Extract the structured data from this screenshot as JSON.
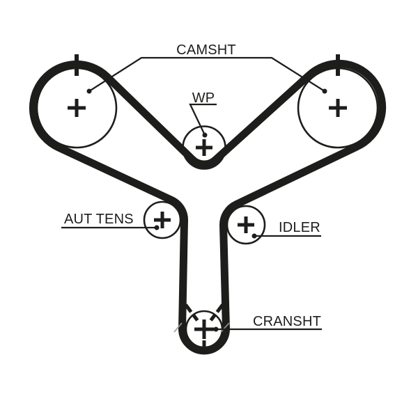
{
  "diagram": {
    "type": "timing-belt-routing-diagram",
    "labels": {
      "camshaft": "CAMSHT",
      "water_pump": "WP",
      "auto_tensioner": "AUT TENS",
      "idler": "IDLER",
      "crankshaft": "CRANSHT"
    },
    "colors": {
      "ink": "#1d1d1b",
      "background": "#ffffff",
      "belt_alignment_mark": "#9a9a9a"
    }
  }
}
